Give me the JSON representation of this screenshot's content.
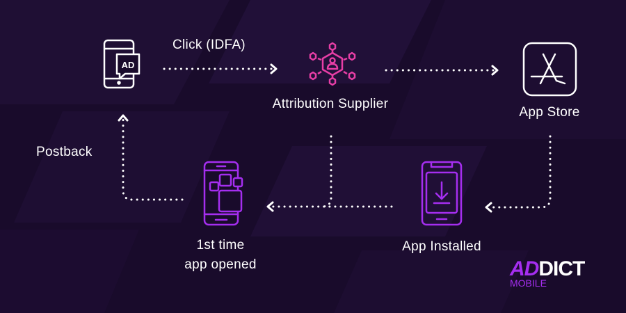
{
  "colors": {
    "background": "#190b2b",
    "accent_pink": "#e83ea6",
    "accent_purple": "#a52ef0",
    "text": "#ffffff"
  },
  "nodes": {
    "ad": {
      "icon": "phone-ad-icon",
      "badge": "AD"
    },
    "click_label": "Click (IDFA)",
    "attribution": {
      "icon": "network-user-hexagon-icon",
      "label": "Attribution Supplier"
    },
    "app_store": {
      "icon": "app-store-icon",
      "label": "App Store"
    },
    "app_installed": {
      "icon": "phone-download-icon",
      "label": "App Installed"
    },
    "first_open": {
      "icon": "phone-apps-icon",
      "label_line1": "1st time",
      "label_line2": "app opened"
    },
    "postback_label": "Postback"
  },
  "logo": {
    "word_accent": "AD",
    "word_main": "DICT",
    "sub": "MOBILE"
  }
}
